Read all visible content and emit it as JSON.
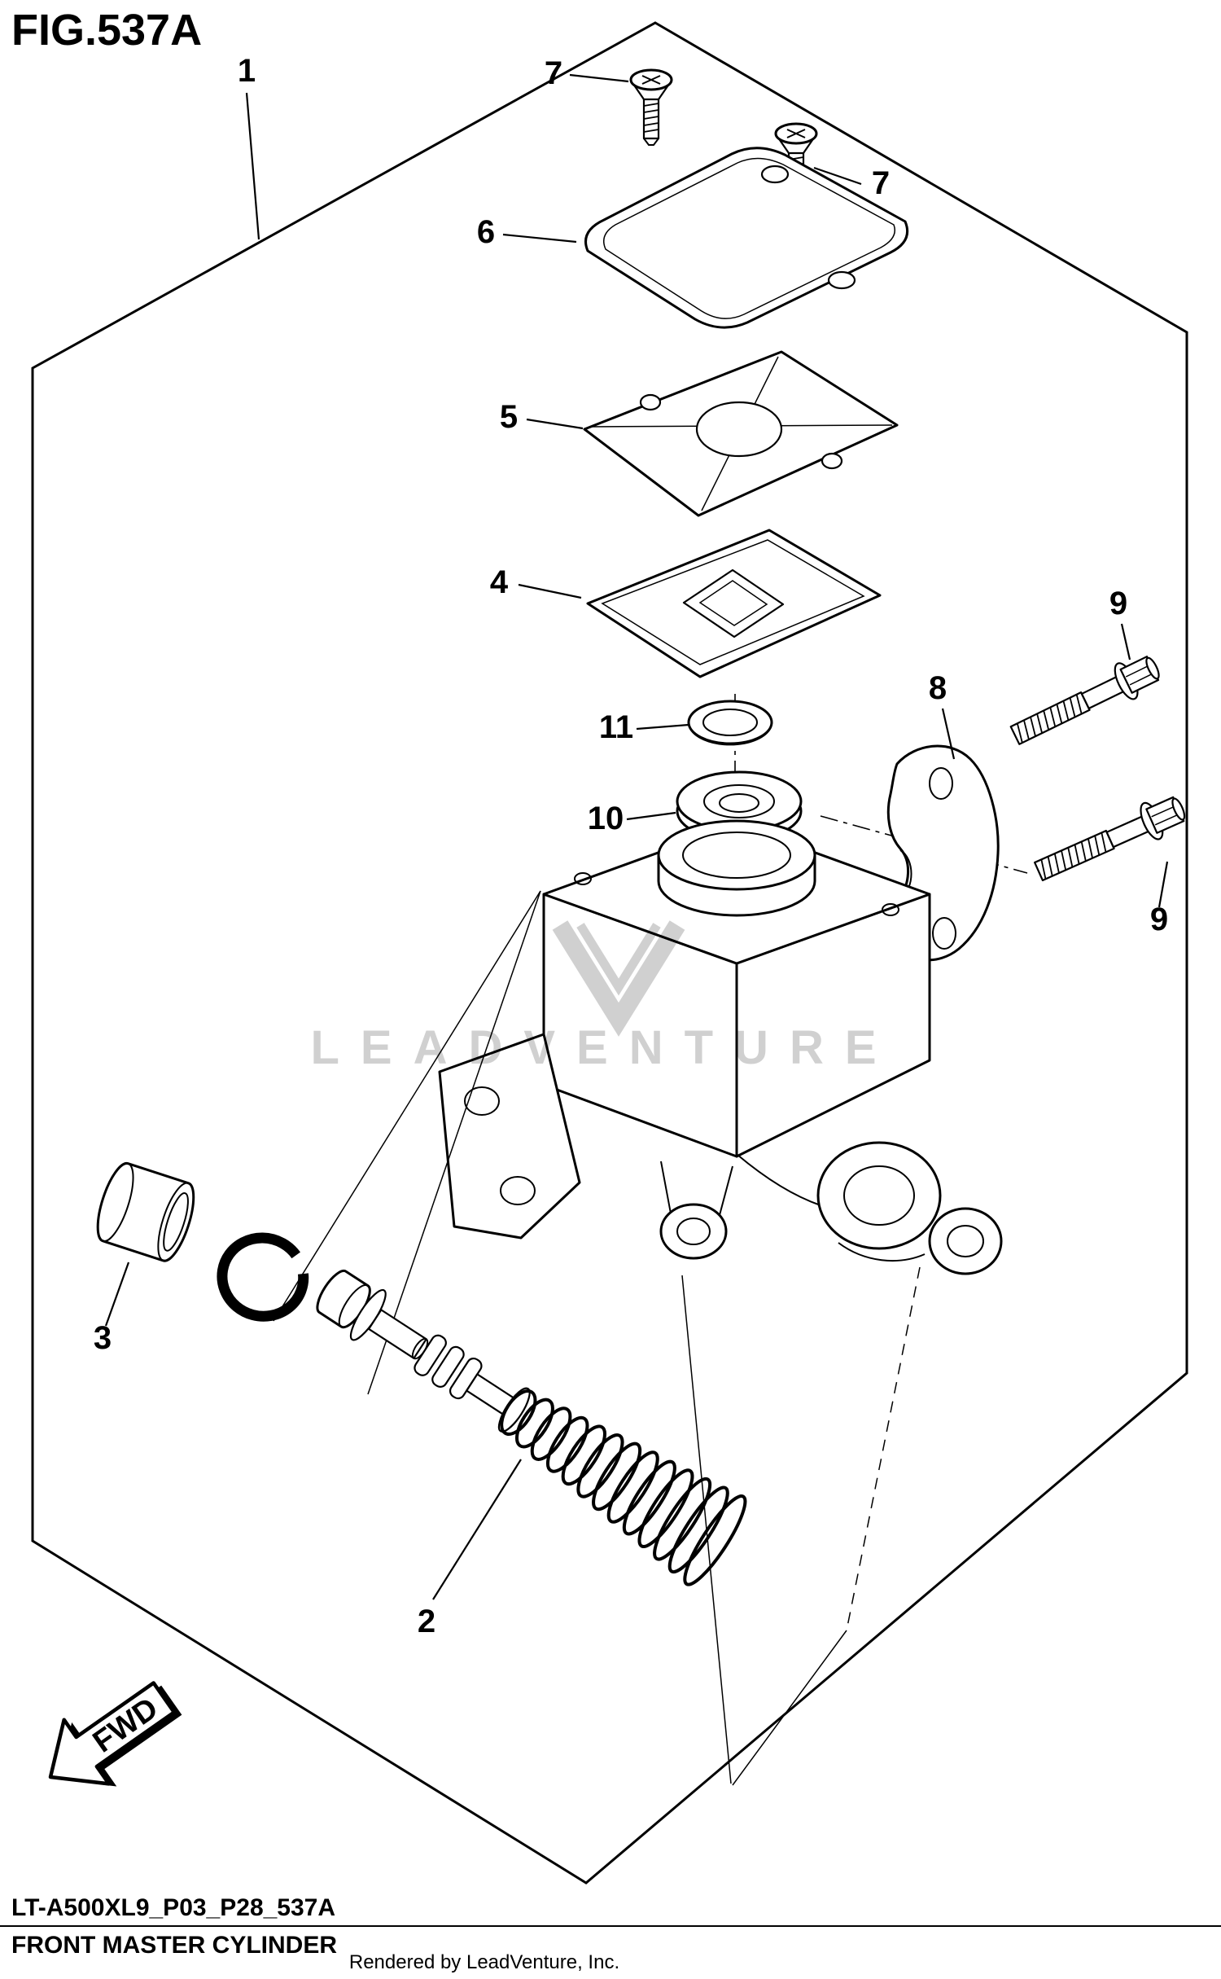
{
  "figure": {
    "title": "FIG.537A",
    "watermark": "LEADVENTURE",
    "fwd_label": "FWD"
  },
  "callouts": [
    {
      "label": "1"
    },
    {
      "label": "7"
    },
    {
      "label": "7"
    },
    {
      "label": "6"
    },
    {
      "label": "5"
    },
    {
      "label": "4"
    },
    {
      "label": "11"
    },
    {
      "label": "10"
    },
    {
      "label": "8"
    },
    {
      "label": "9"
    },
    {
      "label": "9"
    },
    {
      "label": "3"
    },
    {
      "label": "2"
    }
  ],
  "footer": {
    "part_code": "LT-A500XL9_P03_P28_537A",
    "diagram_title": "FRONT MASTER CYLINDER",
    "rendered_by": "Rendered by LeadVenture, Inc."
  }
}
